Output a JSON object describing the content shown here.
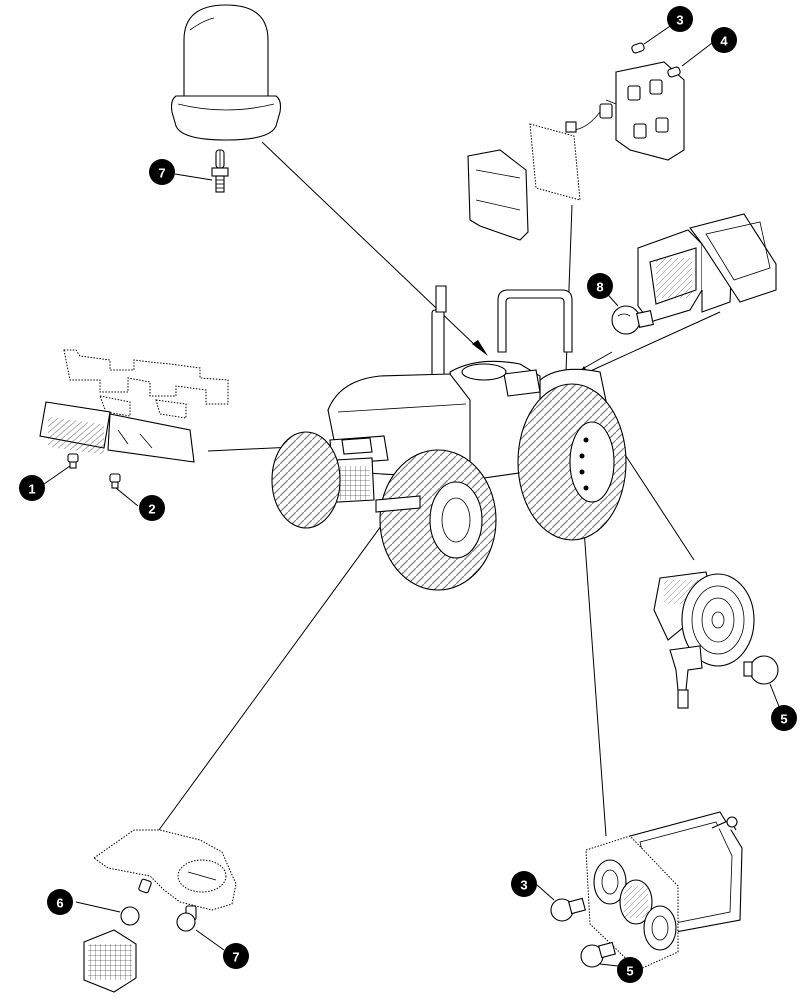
{
  "diagram": {
    "type": "exploded-parts-diagram",
    "callouts": [
      {
        "id": "c1",
        "number": "1"
      },
      {
        "id": "c2",
        "number": "2"
      },
      {
        "id": "c3a",
        "number": "3"
      },
      {
        "id": "c4",
        "number": "4"
      },
      {
        "id": "c7a",
        "number": "7"
      },
      {
        "id": "c8",
        "number": "8"
      },
      {
        "id": "c5a",
        "number": "5"
      },
      {
        "id": "c6",
        "number": "6"
      },
      {
        "id": "c7b",
        "number": "7"
      },
      {
        "id": "c3b",
        "number": "3"
      },
      {
        "id": "c5b",
        "number": "5"
      }
    ]
  }
}
